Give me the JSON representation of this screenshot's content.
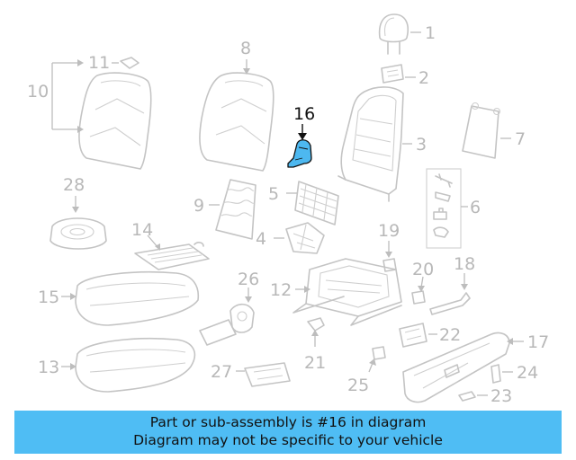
{
  "diagram": {
    "highlight_part": "16",
    "part_numbers": [
      "1",
      "2",
      "3",
      "4",
      "5",
      "6",
      "7",
      "8",
      "9",
      "10",
      "11",
      "12",
      "13",
      "14",
      "15",
      "16",
      "17",
      "18",
      "19",
      "20",
      "21",
      "22",
      "23",
      "24",
      "25",
      "26",
      "27",
      "28"
    ]
  },
  "banner": {
    "line1": "Part or sub-assembly is #16 in diagram",
    "line2": "Diagram may not be specific to your vehicle"
  },
  "colors": {
    "banner_bg": "#4fbdf4",
    "highlight_fill": "#4db8f0",
    "part_line": "#c4c4c4"
  }
}
